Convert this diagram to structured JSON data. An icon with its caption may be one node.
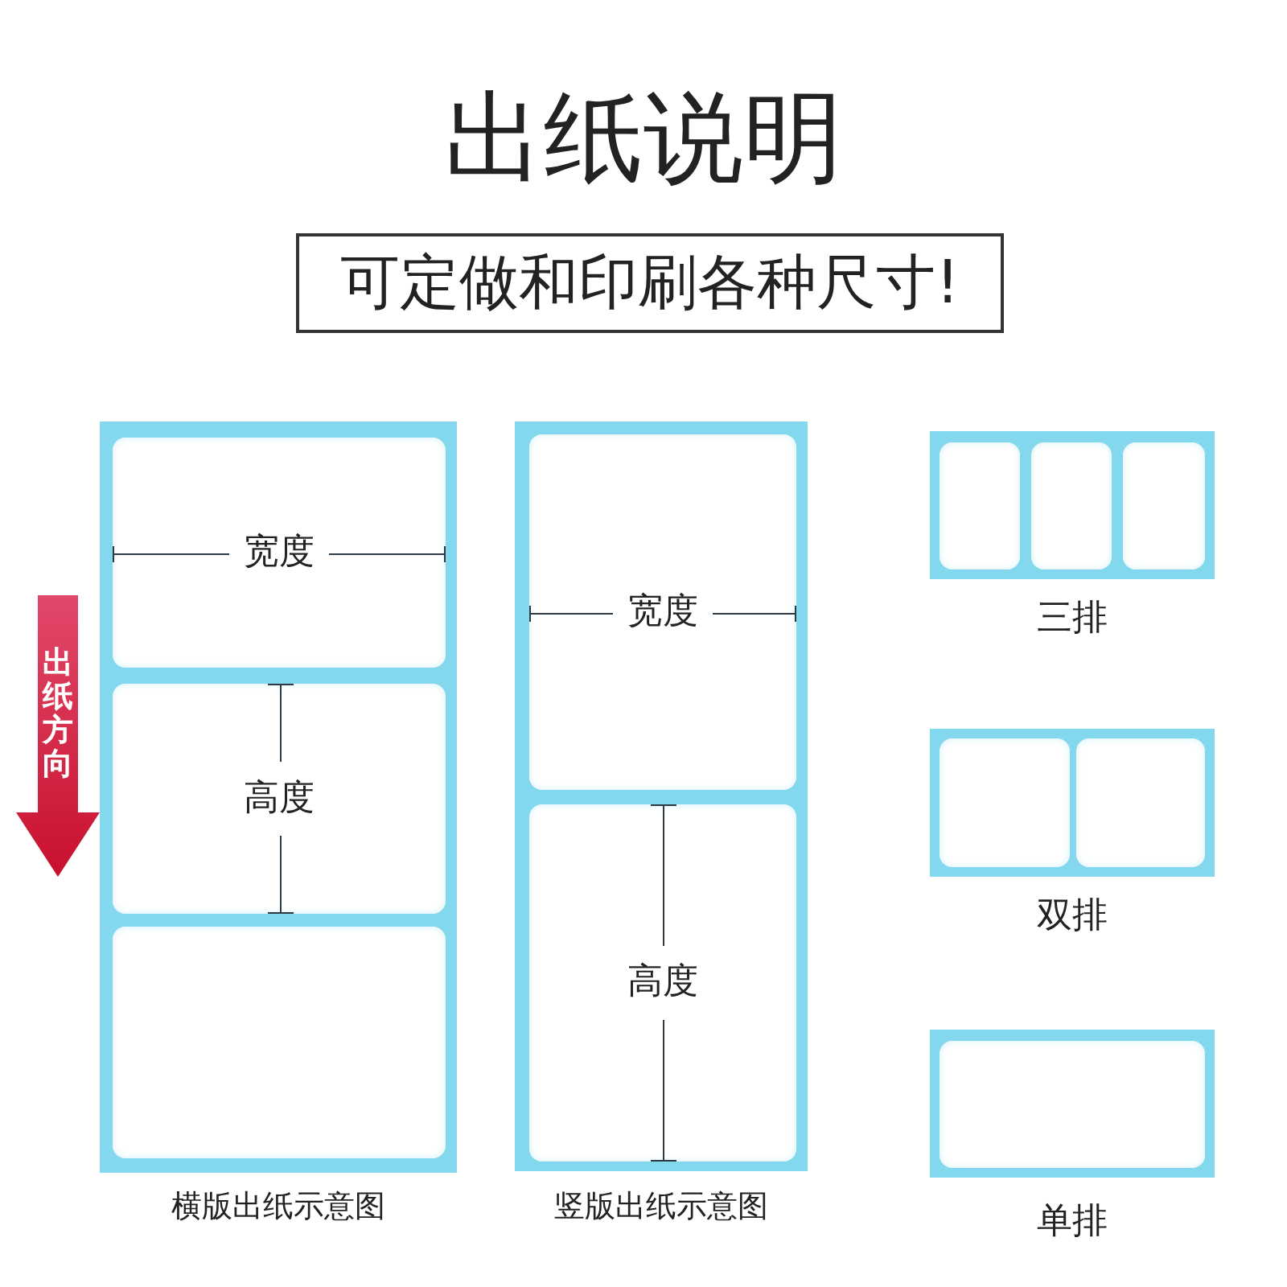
{
  "diagram": {
    "title": "出纸说明",
    "nodes": [
      {
        "text": [
          "可定做和印刷各种尺寸!"
        ]
      },
      {
        "text": [
          "出纸方向"
        ]
      },
      {
        "text": [],
        "shape": "box",
        "beside": [
          "横版出纸示意图"
        ]
      },
      {
        "text": [
          "宽度"
        ],
        "in": 2
      },
      {
        "text": [
          "高度"
        ],
        "in": 2
      },
      {
        "text": [],
        "shape": "box",
        "in": 2
      },
      {
        "text": [],
        "shape": "box",
        "beside": [
          "竖版出纸示意图"
        ]
      },
      {
        "text": [
          "宽度"
        ],
        "in": 6
      },
      {
        "text": [
          "高度"
        ],
        "in": 6
      },
      {
        "text": [],
        "shape": "box",
        "beside": [
          "三排"
        ]
      },
      {
        "text": [],
        "shape": "box",
        "in": 9
      },
      {
        "text": [],
        "shape": "box",
        "in": 9
      },
      {
        "text": [],
        "shape": "box",
        "in": 9
      },
      {
        "text": [],
        "shape": "box",
        "beside": [
          "双排"
        ]
      },
      {
        "text": [],
        "shape": "box",
        "in": 13
      },
      {
        "text": [],
        "shape": "box",
        "in": 13
      },
      {
        "text": [],
        "shape": "box",
        "beside": [
          "单排"
        ]
      },
      {
        "text": [],
        "shape": "box",
        "in": 16
      }
    ]
  }
}
